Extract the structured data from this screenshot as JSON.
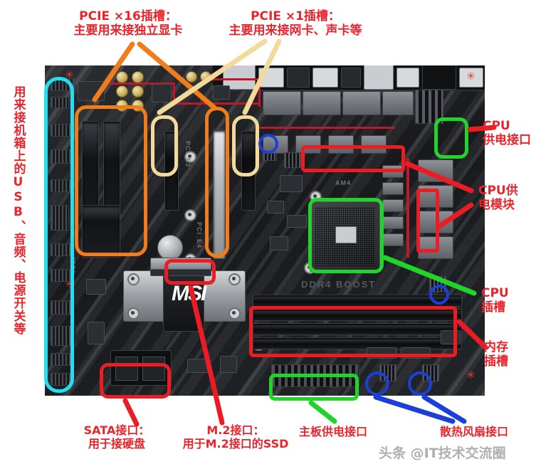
{
  "image": {
    "subject": "MSI ATX motherboard annotated diagram",
    "board_silkscreen": {
      "brand": "MSI",
      "ddr_boost": "DDR4 BOOST"
    },
    "watermark": "头条 @IT技术交流圈"
  },
  "colors": {
    "label_red": "#e8252d",
    "box_red": "#ec1c24",
    "box_green": "#22d32a",
    "box_orange": "#f07c1a",
    "box_cream": "#f3d99a",
    "box_cyan": "#22dff0",
    "circle_blue": "#1b3fd8",
    "board_dark": "#1d1f22",
    "background": "#ffffff"
  },
  "annotations": [
    {
      "id": "pcie-x16",
      "title": "PCIE ×16插槽：",
      "desc": "主要用来接独立显卡",
      "marker_color": "#f07c1a",
      "position": "top-left"
    },
    {
      "id": "pcie-x1",
      "title": "PCIE ×1插槽：",
      "desc": "主要用来接网卡、声卡等",
      "marker_color": "#f3d99a",
      "position": "top-center"
    },
    {
      "id": "front-panel",
      "title": "用来接机箱上的USB、音频、电源开关等",
      "desc": "",
      "marker_color": "#22dff0",
      "position": "left-vertical"
    },
    {
      "id": "cpu-power",
      "title": "CPU",
      "desc": "供电接口",
      "marker_color": "#22d32a",
      "position": "right-top"
    },
    {
      "id": "cpu-vrm",
      "title": "CPU供",
      "desc": "电模块",
      "marker_color": "#ec1c24",
      "position": "right-upper"
    },
    {
      "id": "cpu-socket",
      "title": "CPU",
      "desc": "插槽",
      "marker_color": "#22d32a",
      "position": "right-middle"
    },
    {
      "id": "memory-slots",
      "title": "内存",
      "desc": "插槽",
      "marker_color": "#ec1c24",
      "position": "right-lower"
    },
    {
      "id": "sata",
      "title": "SATA接口：",
      "desc": "用于接硬盘",
      "marker_color": "#ec1c24",
      "position": "bottom-left"
    },
    {
      "id": "m2",
      "title": "M.2接口：",
      "desc": "用于M.2接口的SSD",
      "marker_color": "#ec1c24",
      "position": "bottom-center-left"
    },
    {
      "id": "atx-power",
      "title": "主板供电接口",
      "desc": "",
      "marker_color": "#22d32a",
      "position": "bottom-center"
    },
    {
      "id": "fan-headers",
      "title": "散热风扇接口",
      "desc": "",
      "marker_color": "#1b3fd8",
      "position": "bottom-right"
    }
  ],
  "labels": {
    "pcie16_title": "PCIE ×16插槽：",
    "pcie16_desc": "主要用来接独立显卡",
    "pcie1_title": "PCIE ×1插槽：",
    "pcie1_desc": "主要用来接网卡、声卡等",
    "front_panel": "用来接机箱上的USB、音频、电源开关等",
    "cpu_power_l1": "CPU",
    "cpu_power_l2": "供电接口",
    "cpu_vrm_l1": "CPU供",
    "cpu_vrm_l2": "电模块",
    "cpu_socket_l1": "CPU",
    "cpu_socket_l2": "插槽",
    "memory_l1": "内存",
    "memory_l2": "插槽",
    "sata_l1": "SATA接口：",
    "sata_l2": "用于接硬盘",
    "m2_l1": "M.2接口：",
    "m2_l2": "用于M.2接口的SSD",
    "atx_power": "主板供电接口",
    "fan_headers": "散热风扇接口",
    "watermark": "头条 @IT技术交流圈",
    "silk_msi": "MSI",
    "silk_ddr4boost": "DDR4 BOOST"
  }
}
